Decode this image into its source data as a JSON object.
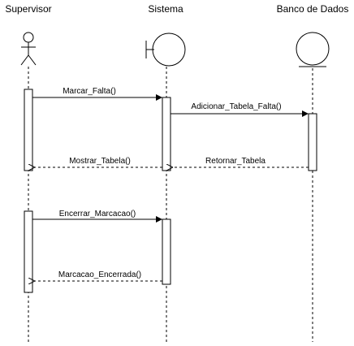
{
  "participants": {
    "supervisor": "Supervisor",
    "sistema": "Sistema",
    "banco": "Banco de Dados"
  },
  "messages": {
    "m1": "Marcar_Falta()",
    "m2": "Adicionar_Tabela_Falta()",
    "m3": "Retornar_Tabela",
    "m4": "Mostrar_Tabela()",
    "m5": "Encerrar_Marcacao()",
    "m6": "Marcacao_Encerrada()"
  },
  "participant_types": {
    "supervisor": "actor-icon",
    "sistema": "boundary-icon",
    "banco": "entity-icon"
  }
}
